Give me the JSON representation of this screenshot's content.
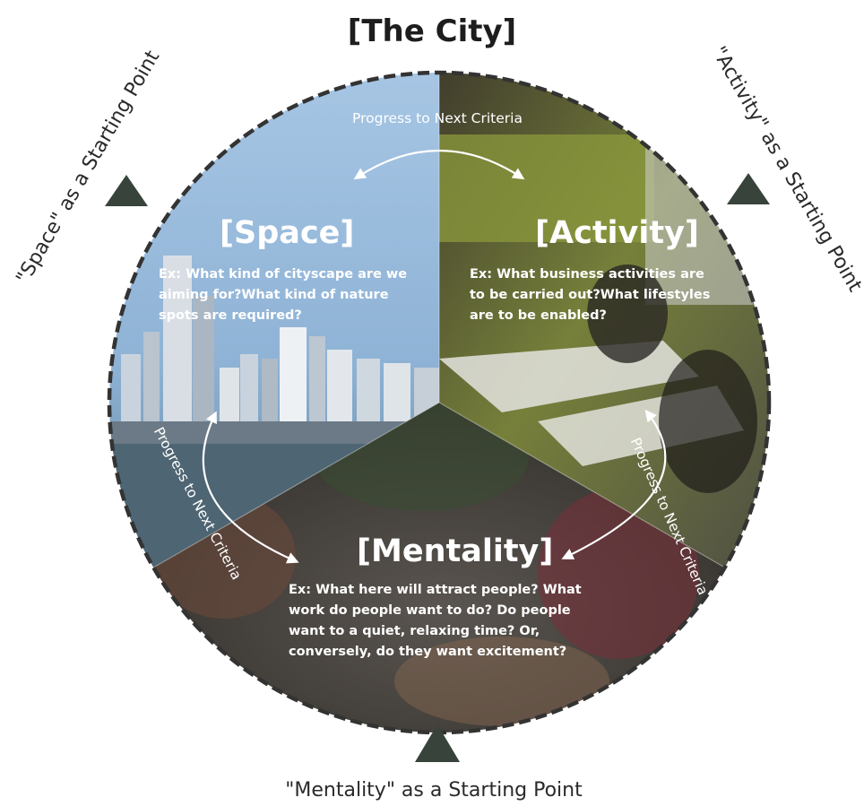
{
  "title": "[The City]",
  "sectors": {
    "space": {
      "heading": "[Space]",
      "lines": [
        "Ex: What kind of cityscape are we",
        "aiming for?What kind of nature",
        "spots are required?"
      ]
    },
    "activity": {
      "heading": "[Activity]",
      "lines": [
        "Ex: What business activities are",
        "to be carried out?What lifestyles",
        "are to be enabled?"
      ]
    },
    "mentality": {
      "heading": "[Mentality]",
      "lines": [
        "Ex: What here will attract people? What",
        "work do people want to do? Do people",
        "want to a quiet, relaxing time? Or,",
        "conversely, do they want excitement?"
      ]
    }
  },
  "progress_label": "Progress to Next Criteria",
  "starting_points": {
    "space": "\"Space\" as a Starting Point",
    "activity": "\"Activity\" as a Starting Point",
    "mentality": "\"Mentality\" as a Starting Point"
  },
  "colors": {
    "sky": "#8fb3d6",
    "office": "#5d5a3a",
    "crowd": "#4a4740",
    "marker": "#37433b",
    "border": "#333333"
  }
}
